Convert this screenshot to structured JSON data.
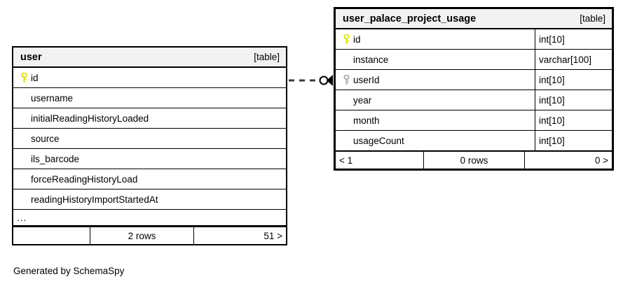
{
  "diagram": {
    "caption": "Generated by SchemaSpy",
    "key_icon_primary": "yellow-key-icon",
    "key_icon_foreign": "gray-key-icon",
    "colors": {
      "primary_key": "#e3e312",
      "foreign_key": "#b0b0b0",
      "header_bg": "#f2f2f2",
      "border": "#000000",
      "background": "#ffffff"
    }
  },
  "tables": [
    {
      "name": "user",
      "kind": "[table]",
      "fields": [
        {
          "name": "id",
          "key": "primary",
          "type": ""
        },
        {
          "name": "username",
          "key": "none",
          "type": ""
        },
        {
          "name": "initialReadingHistoryLoaded",
          "key": "none",
          "type": ""
        },
        {
          "name": "source",
          "key": "none",
          "type": ""
        },
        {
          "name": "ils_barcode",
          "key": "none",
          "type": ""
        },
        {
          "name": "forceReadingHistoryLoad",
          "key": "none",
          "type": ""
        },
        {
          "name": "readingHistoryImportStartedAt",
          "key": "none",
          "type": ""
        }
      ],
      "more_indicator": "...",
      "footer": {
        "left": "",
        "middle": "2 rows",
        "right": "51 >"
      }
    },
    {
      "name": "user_palace_project_usage",
      "kind": "[table]",
      "fields": [
        {
          "name": "id",
          "key": "primary",
          "type": "int[10]"
        },
        {
          "name": "instance",
          "key": "none",
          "type": "varchar[100]"
        },
        {
          "name": "userId",
          "key": "foreign",
          "type": "int[10]"
        },
        {
          "name": "year",
          "key": "none",
          "type": "int[10]"
        },
        {
          "name": "month",
          "key": "none",
          "type": "int[10]"
        },
        {
          "name": "usageCount",
          "key": "none",
          "type": "int[10]"
        }
      ],
      "more_indicator": "",
      "footer": {
        "left": "< 1",
        "middle": "0 rows",
        "right": "0 >"
      }
    }
  ],
  "relationship": {
    "from_table": "user",
    "from_field": "id",
    "to_table": "user_palace_project_usage",
    "to_field": "userId",
    "line_style": "dashed",
    "source_marker": "none",
    "target_marker": "circle-arrow"
  }
}
